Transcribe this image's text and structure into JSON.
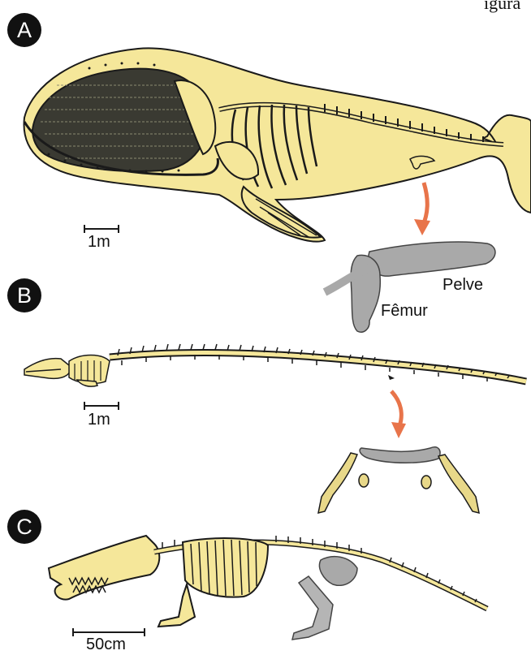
{
  "panels": [
    {
      "id": "A",
      "label": "A",
      "scale": "1m"
    },
    {
      "id": "B",
      "label": "B",
      "scale": "1m"
    },
    {
      "id": "C",
      "label": "C",
      "scale": "50cm"
    }
  ],
  "labels": {
    "pelvis": "Pelve",
    "femur": "Fêmur",
    "top_cut": "igura"
  },
  "colors": {
    "skin": "#f5e79a",
    "bone": "#e8d889",
    "outline": "#1a1a1a",
    "detail_gray": "#a9a9a9",
    "arrow": "#e8744a",
    "badge": "#111111"
  }
}
